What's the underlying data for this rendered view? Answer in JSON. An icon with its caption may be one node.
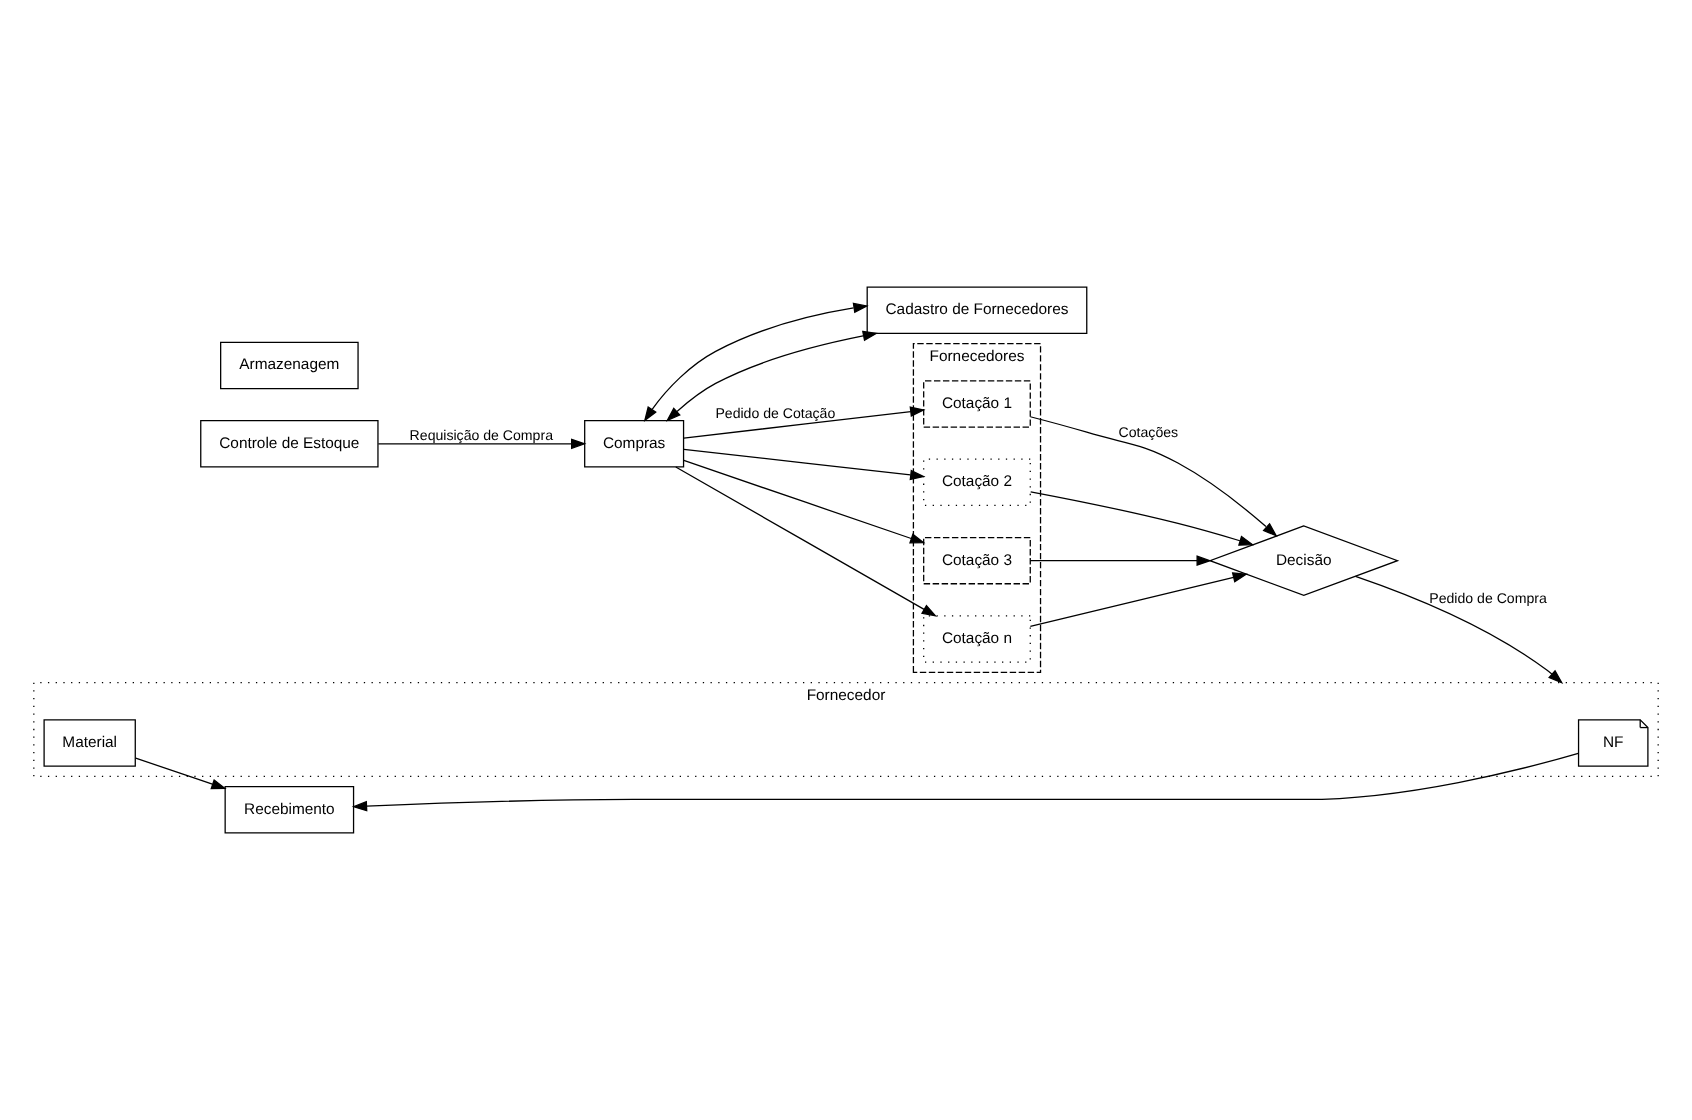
{
  "diagram": {
    "nodes": [
      {
        "text": [
          "Controle de Estoque"
        ]
      },
      {
        "text": [
          "Armazenagem"
        ]
      },
      {
        "text": [
          "Recebimento"
        ]
      },
      {
        "text": [
          "Compras"
        ]
      },
      {
        "text": [
          "Cadastro de Fornecedores"
        ]
      },
      {
        "text": [
          "Fornecedores"
        ]
      },
      {
        "text": [
          "Cotação 1"
        ],
        "in": 5
      },
      {
        "text": [
          "Cotação 2"
        ],
        "in": 5
      },
      {
        "text": [
          "Cotação 3"
        ],
        "in": 5
      },
      {
        "text": [
          "Cotação n"
        ],
        "in": 5
      },
      {
        "text": [
          "Decisão"
        ]
      },
      {
        "text": [
          "Fornecedor"
        ]
      },
      {
        "text": [
          "NF"
        ],
        "in": 11
      },
      {
        "text": [
          "Material"
        ],
        "in": 11
      }
    ],
    "edges": [
      {
        "from": 0,
        "to": 3,
        "arrow": "to",
        "label": "Requisição de Compra"
      },
      {
        "from": 3,
        "to": 4,
        "arrow": "both"
      },
      {
        "from": 3,
        "to": 4,
        "arrow": "both"
      },
      {
        "from": 3,
        "to": 6,
        "arrow": "to",
        "label": "Pedido de Cotação"
      },
      {
        "from": 3,
        "to": 7,
        "arrow": "to"
      },
      {
        "from": 3,
        "to": 8,
        "arrow": "to"
      },
      {
        "from": 3,
        "to": 9,
        "arrow": "to"
      },
      {
        "from": 6,
        "to": 10,
        "arrow": "to",
        "label": "Cotações"
      },
      {
        "from": 7,
        "to": 10,
        "arrow": "to"
      },
      {
        "from": 8,
        "to": 10,
        "arrow": "to"
      },
      {
        "from": 9,
        "to": 10,
        "arrow": "to"
      },
      {
        "from": 10,
        "to": 11,
        "arrow": "to",
        "label": "Pedido de Compra"
      },
      {
        "from": 12,
        "to": 2,
        "arrow": "to"
      },
      {
        "from": 13,
        "to": 2,
        "arrow": "to"
      }
    ]
  }
}
